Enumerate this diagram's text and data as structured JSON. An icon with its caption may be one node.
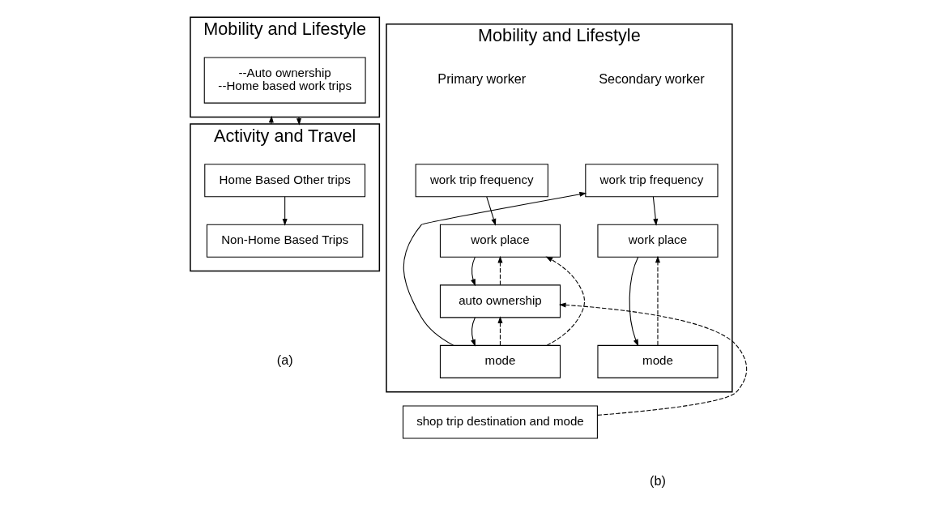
{
  "diagram": {
    "nodes": [
      {
        "text": [
          "Mobility and Lifestyle"
        ]
      },
      {
        "text": [
          "--Auto ownership",
          "--Home based work trips"
        ],
        "in": 0
      },
      {
        "text": [
          "Activity and Travel"
        ]
      },
      {
        "text": [
          "Home Based Other trips"
        ],
        "in": 2
      },
      {
        "text": [
          "Non-Home Based Trips"
        ],
        "in": 2
      },
      {
        "text": [
          "Mobility and Lifestyle"
        ]
      },
      {
        "text": [
          "work trip frequency"
        ],
        "in": 5
      },
      {
        "text": [
          "work place"
        ],
        "in": 5
      },
      {
        "text": [
          "auto ownership"
        ],
        "in": 5
      },
      {
        "text": [
          "mode"
        ],
        "in": 5
      },
      {
        "text": [
          "work trip frequency"
        ],
        "in": 5
      },
      {
        "text": [
          "work place"
        ],
        "in": 5
      },
      {
        "text": [
          "mode"
        ],
        "in": 5
      },
      {
        "text": [
          "shop trip destination and mode"
        ]
      }
    ],
    "edges": [
      {
        "from": 0,
        "to": 2,
        "arrow": "to"
      },
      {
        "from": 2,
        "to": 0,
        "arrow": "to"
      },
      {
        "from": 3,
        "to": 4,
        "arrow": "to"
      },
      {
        "from": 6,
        "to": 7,
        "arrow": "to"
      },
      {
        "from": 7,
        "to": 8,
        "arrow": "to"
      },
      {
        "from": 8,
        "to": 7,
        "arrow": "to",
        "style": "dashed"
      },
      {
        "from": 8,
        "to": 9,
        "arrow": "to"
      },
      {
        "from": 9,
        "to": 8,
        "arrow": "to",
        "style": "dashed"
      },
      {
        "from": 9,
        "to": 7,
        "arrow": "to",
        "style": "dashed"
      },
      {
        "from": 9,
        "to": 10,
        "arrow": "to"
      },
      {
        "from": 10,
        "to": 11,
        "arrow": "to"
      },
      {
        "from": 11,
        "to": 12,
        "arrow": "to"
      },
      {
        "from": 12,
        "to": 11,
        "arrow": "to",
        "style": "dashed"
      },
      {
        "from": 13,
        "to": 8,
        "arrow": "to",
        "style": "dashed"
      }
    ],
    "labels": [
      "Primary worker",
      "Secondary worker",
      "(a)",
      "(b)"
    ]
  }
}
